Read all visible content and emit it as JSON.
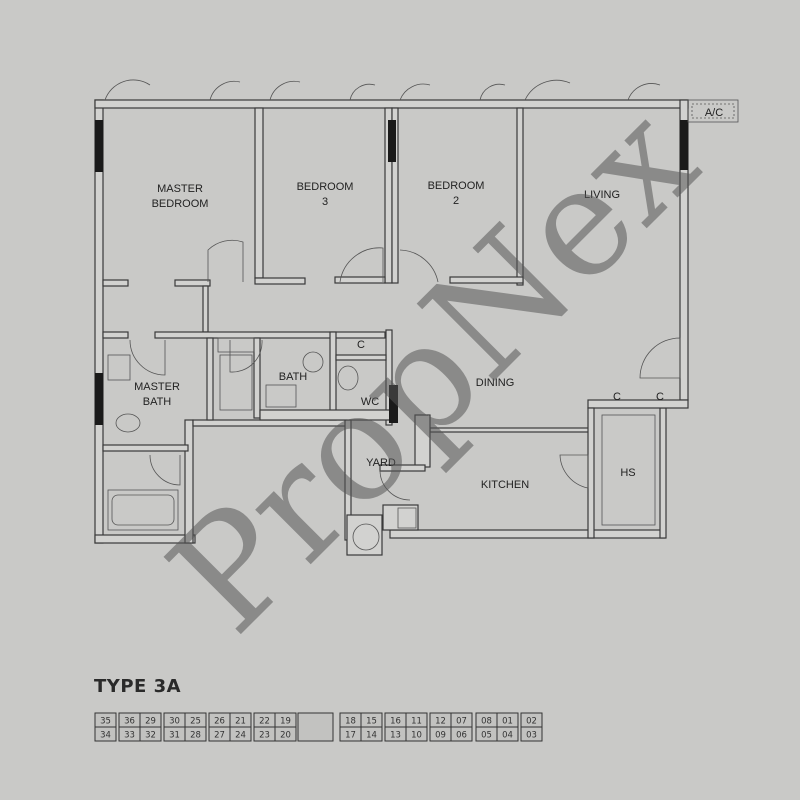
{
  "plan": {
    "rooms": {
      "master_bedroom": [
        "MASTER",
        "BEDROOM"
      ],
      "bedroom3": [
        "BEDROOM",
        "3"
      ],
      "bedroom2": [
        "BEDROOM",
        "2"
      ],
      "living": "LIVING",
      "dining": "DINING",
      "master_bath": [
        "MASTER",
        "BATH"
      ],
      "bath": "BATH",
      "wc": "WC",
      "closet": "C",
      "yard": "YARD",
      "kitchen": "KITCHEN",
      "hs": "HS",
      "ac": "A/C"
    },
    "watermark": "PropNex"
  },
  "unit_type": "TYPE 3A",
  "unit_key": {
    "groups": [
      [
        [
          "35",
          "34"
        ]
      ],
      [
        [
          "36",
          "33"
        ],
        [
          "29",
          "32"
        ]
      ],
      [
        [
          "30",
          "31"
        ],
        [
          "25",
          "28"
        ]
      ],
      [
        [
          "26",
          "27"
        ],
        [
          "21",
          "24"
        ]
      ],
      [
        [
          "22",
          "23"
        ],
        [
          "19",
          "20"
        ]
      ],
      [],
      [
        [
          "18",
          "17"
        ],
        [
          "15",
          "14"
        ]
      ],
      [
        [
          "16",
          "13"
        ],
        [
          "11",
          "10"
        ]
      ],
      [
        [
          "12",
          "09"
        ],
        [
          "07",
          "06"
        ]
      ],
      [
        [
          "08",
          "05"
        ],
        [
          "01",
          "04"
        ]
      ],
      [
        [
          "02",
          "03"
        ]
      ]
    ]
  }
}
